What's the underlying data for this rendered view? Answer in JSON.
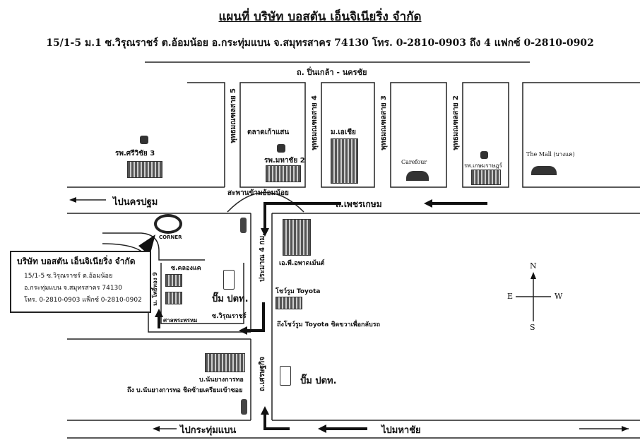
{
  "header": {
    "title": "แผนที่ บริษัท บอสตัน เอ็นจิเนียริ่ง จำกัด",
    "address": "15/1-5 ม.1 ซ.วิรุณราชร์ ต.อ้อมน้อย อ.กระทุ่มแบน จ.สมุทรสาคร 74130 โทร. 0-2810-0903 ถึง 4 แฟกซ์ 0-2810-0902"
  },
  "roads": {
    "pinklao": "ถ. ปิ่นเกล้า - นครชัย",
    "phetkasem": "ถ.เพชรเกษม",
    "to_nakhon_pathom": "ไปนครปฐม",
    "bridge": "สะพานข้ามอ้อมน้อย",
    "soi5": "พุทธมณฑลสาย 5",
    "soi4": "พุทธมณฑลสาย 4",
    "soi3": "พุทธมณฑลสาย 3",
    "soi2": "พุทธมณฑลสาย 2",
    "approx_4km": "ประมาณ 4 กม.",
    "setthakit": "ถ.เศรษฐกิจ",
    "soi_moo9": "ม. โพธิ์ทอง 9",
    "soi_khlong_khae": "ซ.คลองแค",
    "soi_wirunrat": "ซ.วิรุณราชร์",
    "to_krathum_baen": "ไปกระทุ่มแบน",
    "to_mahachai": "ไปมหาชัย"
  },
  "landmarks": {
    "srivichai3": "รพ.ศรีวิชัย 3",
    "talad_kao_saen": "ตลาดเก้าแสน",
    "mahachai2": "รพ.มหาชัย 2",
    "asia_univ": "ม.เอเชีย",
    "carrefour": "Carefour",
    "kasemrad": "รพ.เกษมราษฎร์",
    "the_mall": "The Mall (บางแค)",
    "corner": "CORNER",
    "ap_apartment": "เอ.พี.อพาดเม้นต์",
    "toyota_showroom": "โชว์รูม Toyota",
    "toyota_note": "ถึงโชว์รูม Toyota ชิดขวาเพื่อกลับรถ",
    "ptt_pump_1": "ปั๊ม ปตท.",
    "ptt_pump_2": "ปั๊ม ปตท.",
    "shrine": "ศาลพระพรหม",
    "nanyang": "บ.นันยางการทอ",
    "nanyang_note": "ถึง บ.นันยางการทอ ชิดซ้ายเตรียมเข้าซอย"
  },
  "company_box": {
    "name": "บริษัท  บอสตัน เอ็นจิเนียริ่ง จำกัด",
    "line1": "15/1-5  ซ.วิรุณราชร์ ต.อ้อมน้อย",
    "line2": "อ.กระทุ่มแบน  จ.สมุทรสาคร 74130",
    "line3": "โทร. 0-2810-0903 แฟ็กซ์ 0-2810-0902"
  },
  "compass": {
    "n": "N",
    "s": "S",
    "e": "E",
    "w": "W"
  }
}
